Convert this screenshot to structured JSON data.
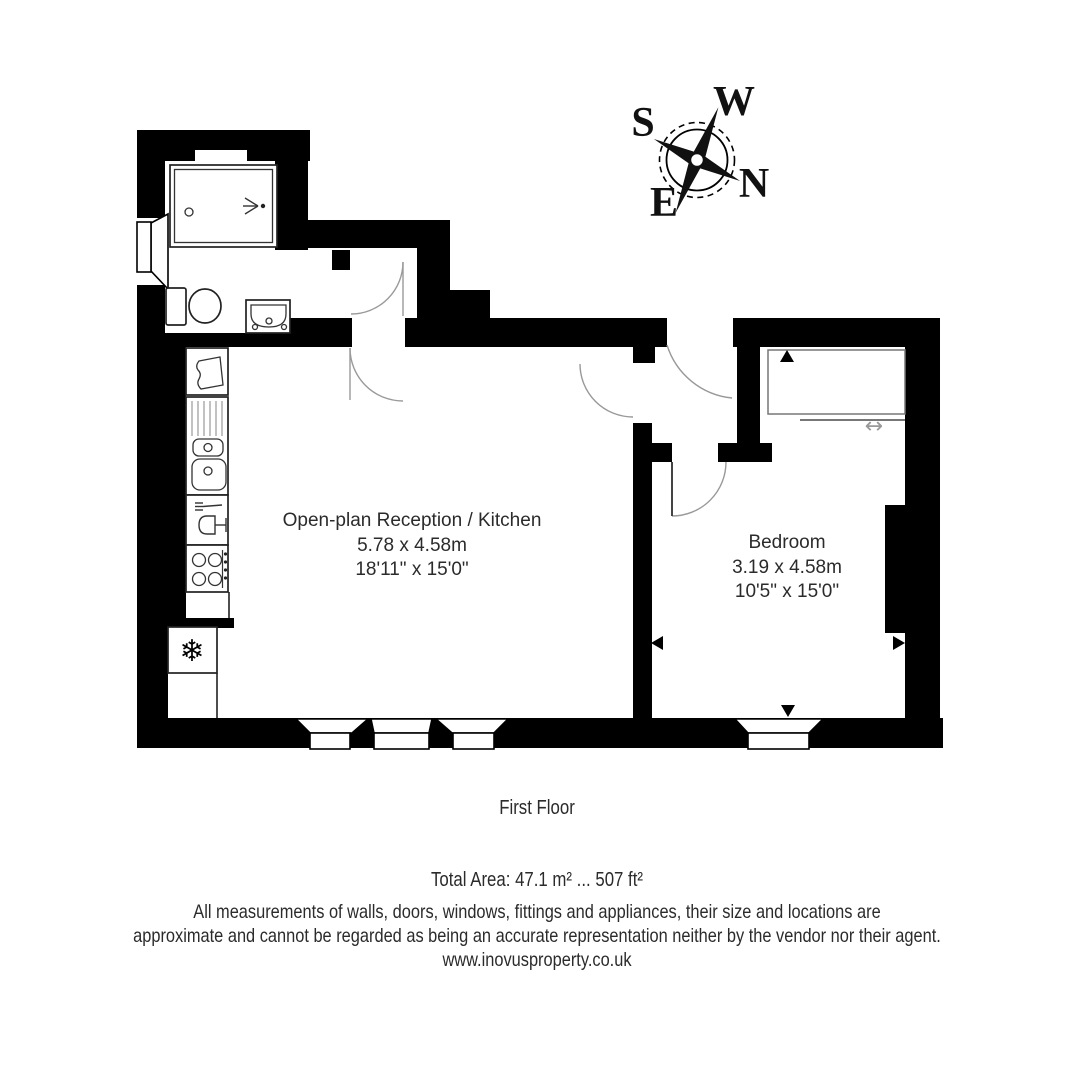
{
  "plan": {
    "floor_label": "First Floor",
    "total_area": "Total Area: 47.1 m² ... 507 ft²",
    "disclaimer_line1": "All measurements of walls, doors, windows, fittings and appliances, their size and locations are",
    "disclaimer_line2": "approximate and cannot be regarded as being an accurate representation neither by the vendor nor their agent.",
    "website": "www.inovusproperty.co.uk",
    "rooms": {
      "reception": {
        "name": "Open-plan Reception / Kitchen",
        "metric": "5.78 x 4.58m",
        "imperial": "18'11\" x 15'0\""
      },
      "bedroom": {
        "name": "Bedroom",
        "metric": "3.19 x 4.58m",
        "imperial": "10'5\" x 15'0\""
      }
    },
    "compass": {
      "w": "W",
      "s": "S",
      "n": "N",
      "e": "E"
    },
    "icons": {
      "wardrobe_arrow": "↔",
      "fridge_snowflake": "❄"
    },
    "colors": {
      "wall": "#000000",
      "door_arc": "#999999",
      "text": "#2b2b2b"
    }
  }
}
